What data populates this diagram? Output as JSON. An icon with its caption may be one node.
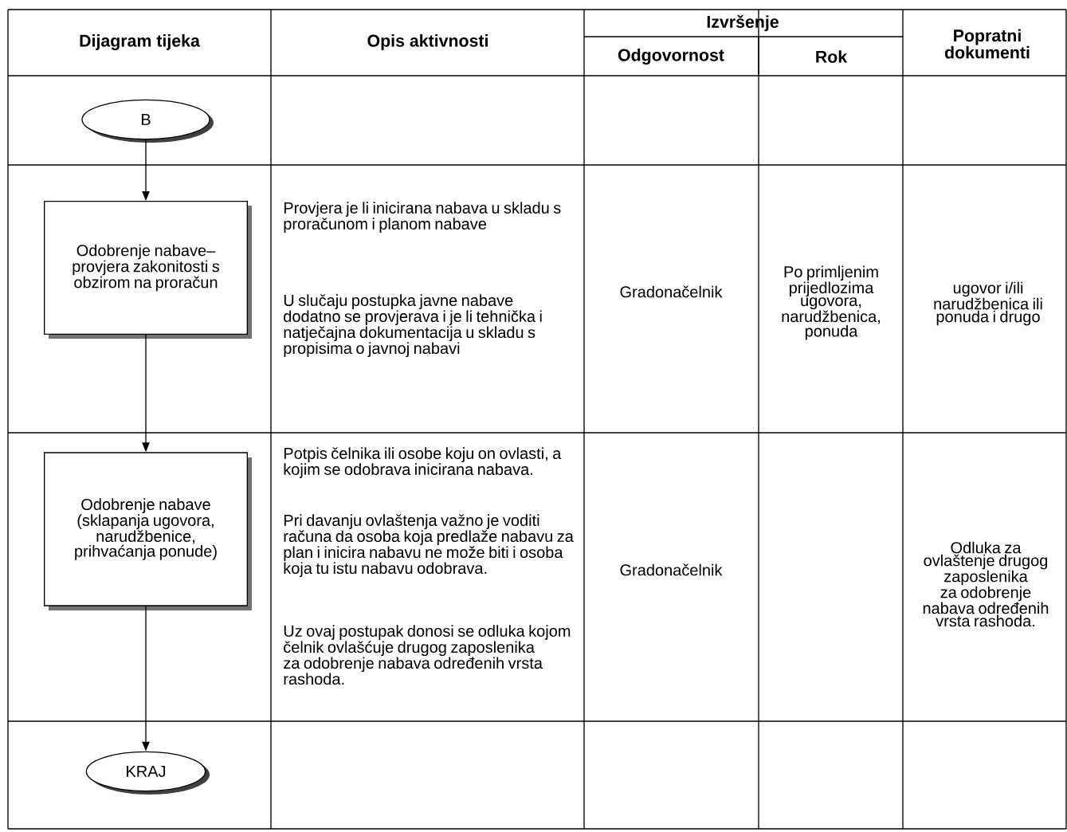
{
  "diagram": {
    "nodes": [
      {
        "text": [
          "B"
        ]
      },
      {
        "text": [
          "Odobrenje nabave–provjera zakonitosti s obzirom na proračun"
        ]
      },
      {
        "text": [
          "Odobrenje nabave (sklapanja ugovora, narudžbenice, prihvaćanja ponude)"
        ]
      },
      {
        "text": [
          "KRAJ"
        ]
      }
    ],
    "edges": [
      {
        "from": 0,
        "to": 1,
        "arrow": "to"
      },
      {
        "from": 1,
        "to": 2,
        "arrow": "to"
      },
      {
        "from": 2,
        "to": 3,
        "arrow": "to"
      }
    ],
    "labels": [
      "Dijagram tijeka",
      "Opis aktivnosti",
      "Izvršenje",
      "Popratni dokumenti",
      "Odgovornost",
      "Rok",
      "Provjera je li inicirana nabava u skladu s proračunom i planom nabave",
      "U slučaju postupka javne nabave dodatno se provjerava i je li tehnička i natječajna dokumentacija u skladu s propisima o javnoj nabavi",
      "Gradonačelnik",
      "Po primljenim prijedlozima ugovora, narudžbenica, ponuda",
      "ugovor i/ili narudžbenica ili ponuda i drugo",
      "Potpis čelnika ili osobe koju on ovlasti, a kojim se odobrava inicirana nabava.",
      "Pri davanju ovlaštenja važno je voditi računa da osoba koja predlaže nabavu za plan i inicira nabavu ne može biti i osoba koja tu istu nabavu odobrava.",
      "Uz ovaj postupak donosi se odluka kojom čelnik ovlašćuje drugog zaposlenika za odobrenje nabava određenih vrsta rashoda.",
      "Gradonačelnik",
      "Odluka za ovlaštenje drugog zaposlenika za odobrenje nabava određenih vrsta rashoda."
    ]
  }
}
